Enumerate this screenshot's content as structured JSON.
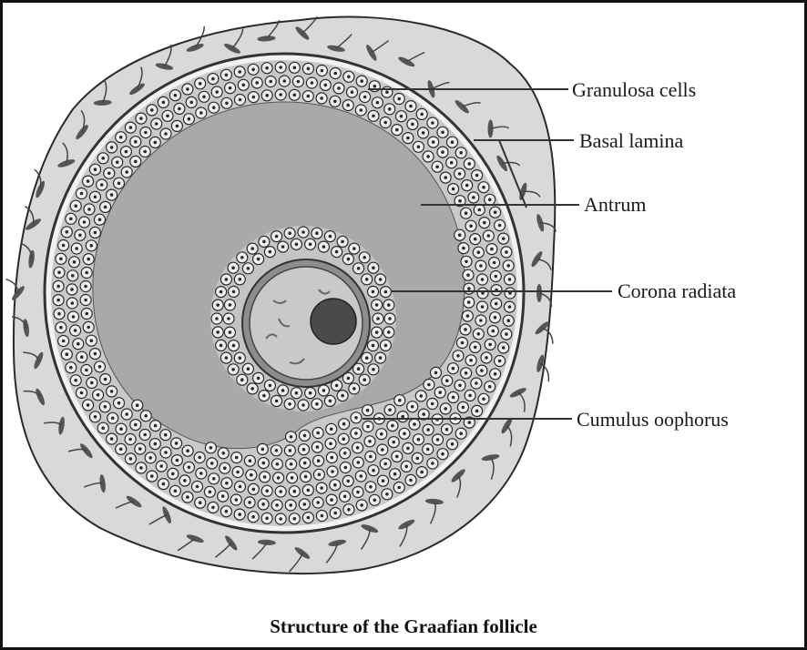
{
  "figure": {
    "labels": {
      "granulosa": "Granulosa cells",
      "basal": "Basal lamina",
      "antrum": "Antrum",
      "corona": "Corona radiata",
      "cumulus": "Cumulus oophorus"
    },
    "caption": "Structure of the Graafian follicle"
  },
  "colors": {
    "theca": "#d9d9d9",
    "antrum": "#a9a9a9",
    "cell_fill": "#efefef",
    "ink": "#2a2a2a"
  }
}
